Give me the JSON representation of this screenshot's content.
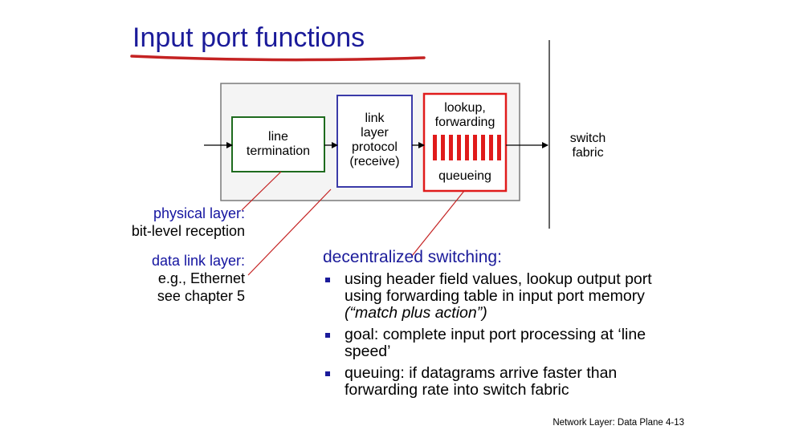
{
  "title": "Input port functions",
  "boxes": {
    "line_termination": "line\ntermination",
    "link_layer": "link\nlayer\nprotocol\n(receive)",
    "lookup_top": "lookup,\nforwarding",
    "lookup_bottom": "queueing"
  },
  "switch_fabric": "switch\nfabric",
  "physical_layer": {
    "label": "physical layer:",
    "desc": "bit-level reception"
  },
  "data_link_layer": {
    "label": "data link layer:",
    "line1": "e.g., Ethernet",
    "line2": "see chapter 5"
  },
  "decentralized": {
    "title": "decentralized switching:",
    "bullets": [
      "using header field values, lookup output port using forwarding table in input port memory",
      "goal: complete input port processing at ‘line speed’",
      "queuing: if datagrams arrive faster than forwarding rate into switch fabric"
    ],
    "bullet1_italic": "(“match plus action”)"
  },
  "footer": "Network Layer: Data Plane 4-13",
  "colors": {
    "title": "#1b1b9a",
    "green_box": "#1e6b1e",
    "blue_box": "#3a3aa8",
    "red_box": "#e01b1b",
    "underline": "#c42222"
  }
}
